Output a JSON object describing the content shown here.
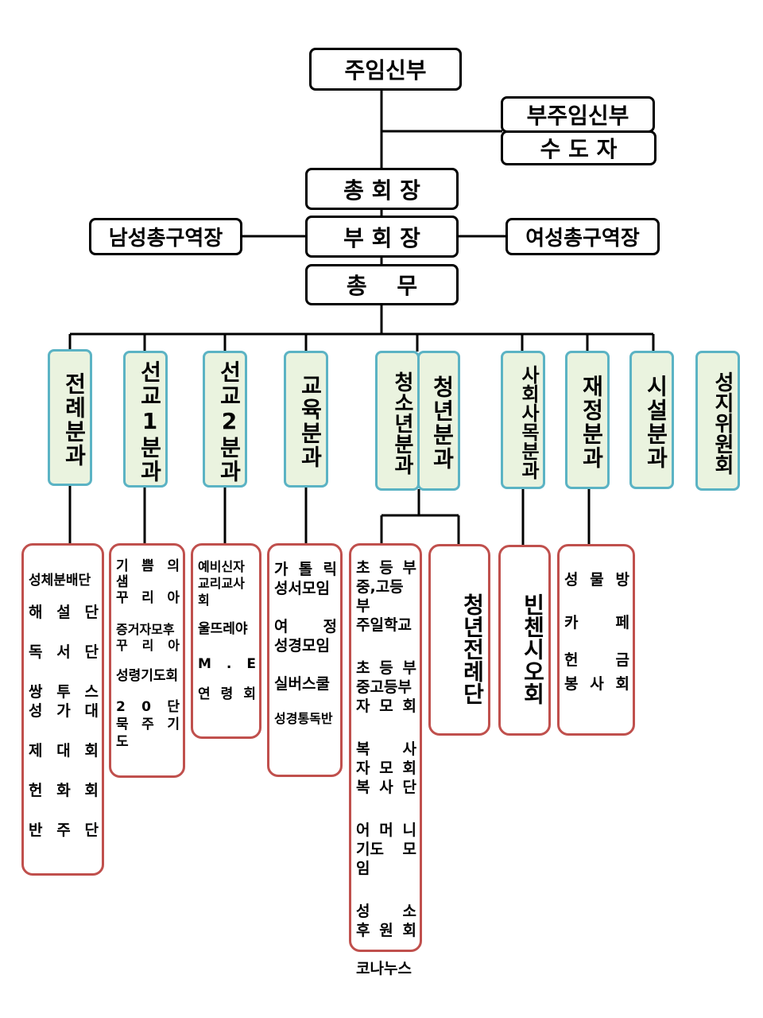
{
  "top": {
    "pastor": "주임신부",
    "assistant_pastor": "부주임신부",
    "religious": "수 도 자",
    "president": "총 회 장",
    "vice_president": "부 회 장",
    "men_district": "남성총구역장",
    "women_district": "여성총구역장",
    "secretary": "총　 무"
  },
  "departments": [
    {
      "label": "전례분과"
    },
    {
      "label": "선교1분과"
    },
    {
      "label": "선교2분과"
    },
    {
      "label": "교육분과"
    },
    {
      "label": "청소년분과"
    },
    {
      "label": "청년분과"
    },
    {
      "label": "사회사목분과"
    },
    {
      "label": "재정분과"
    },
    {
      "label": "시설분과"
    },
    {
      "label": "성지위원회"
    }
  ],
  "groups": {
    "liturgy": [
      "성체분배단",
      "해 설 단",
      "독 서 단",
      "쌍 투 스\n성 가 대",
      "제 대 회",
      "헌 화 회",
      "반 주 단"
    ],
    "mission1": [
      "기 쁨 의 샘\n꾸 리 아",
      "증거자모후\n꾸 리 아",
      "성령기도회",
      "2 0 단\n묵 주 기 도"
    ],
    "mission2": [
      "예비신자\n교리교사회",
      "울뜨레야",
      "M . E",
      "연 령 회"
    ],
    "education": [
      "가 톨 릭\n성서모임",
      "여 정\n성경모임",
      "실버스쿨",
      "성경통독반"
    ],
    "youth": [
      "초 등 부\n중,고등부\n주일학교",
      "초 등 부\n중고등부\n자 모 회",
      "복 사\n자 모 회\n복 사 단",
      "어 머 니\n기도 모임",
      "성 소\n후 원 회",
      "코나누스"
    ],
    "young_adult": "청년전례단",
    "social": "빈첸시오회",
    "finance": [
      "성 물 방",
      "카 페",
      "헌 금\n봉 사 회"
    ]
  }
}
